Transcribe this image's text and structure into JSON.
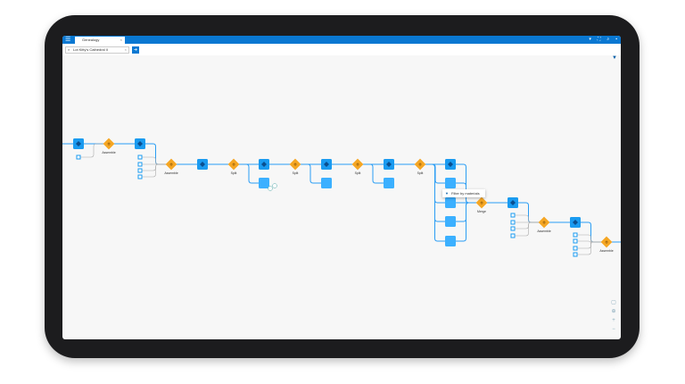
{
  "topbar": {
    "tab_label": "Genealogy",
    "icons": [
      "menu-icon",
      "chevron-down-icon",
      "fullscreen-icon",
      "search-icon",
      "chat-icon"
    ]
  },
  "search": {
    "value": "Lot Kitty's Cathedral II",
    "go_label": "➜"
  },
  "tooltip": {
    "label": "Filter by materials"
  },
  "graph": {
    "labels": {
      "assemble": "Assemble",
      "split": "Split",
      "merge": "Merge"
    }
  },
  "colors": {
    "accent": "#0a78d2",
    "node": "#1a9bf0",
    "op": "#f5a623",
    "edge": "#2a9df4"
  }
}
